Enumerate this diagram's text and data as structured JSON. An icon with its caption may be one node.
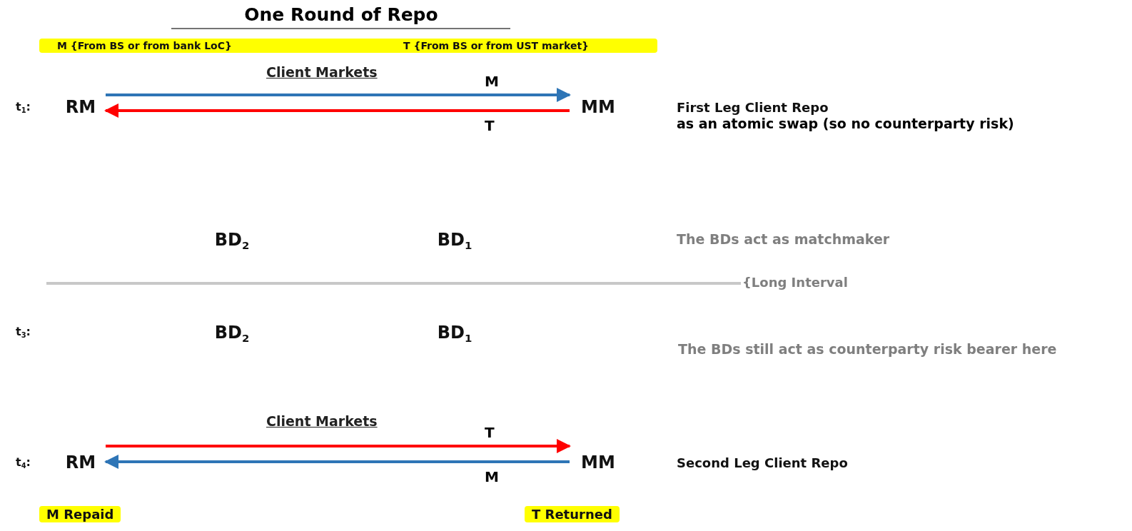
{
  "diagram": {
    "title": "One Round of Repo",
    "nodes": [
      {
        "text": [
          "RM"
        ]
      },
      {
        "text": [
          "MM"
        ]
      },
      {
        "text": [
          "BD$_{2}$"
        ]
      },
      {
        "text": [
          "BD$_{1}$"
        ]
      },
      {
        "text": [
          "BD$_{2}$"
        ]
      },
      {
        "text": [
          "BD$_{1}$"
        ]
      },
      {
        "text": [
          "RM"
        ]
      },
      {
        "text": [
          "MM"
        ]
      }
    ],
    "edges": [
      {
        "from": 0,
        "to": 1,
        "arrow": "to",
        "label": "M",
        "color": "#2e75b6"
      },
      {
        "from": 1,
        "to": 0,
        "arrow": "to",
        "label": "T",
        "color": "#ff0000"
      },
      {
        "from": 6,
        "to": 7,
        "arrow": "to",
        "label": "T",
        "color": "#ff0000"
      },
      {
        "from": 7,
        "to": 6,
        "arrow": "to",
        "label": "M",
        "color": "#2e75b6"
      }
    ],
    "labels": [
      "M {From BS or from bank LoC}",
      "T {From BS or from UST market}",
      "Client Markets",
      "t$_{1}$:",
      "First Leg Client Repo",
      "as an atomic swap (so no counterparty risk)",
      "The BDs act as matchmaker",
      "{Long Interval",
      "t$_{3}$:",
      "The BDs still act as counterparty risk bearer here",
      "Client Markets",
      "t$_{4}$:",
      "Second Leg Client Repo",
      "M Repaid",
      "T Returned"
    ]
  }
}
